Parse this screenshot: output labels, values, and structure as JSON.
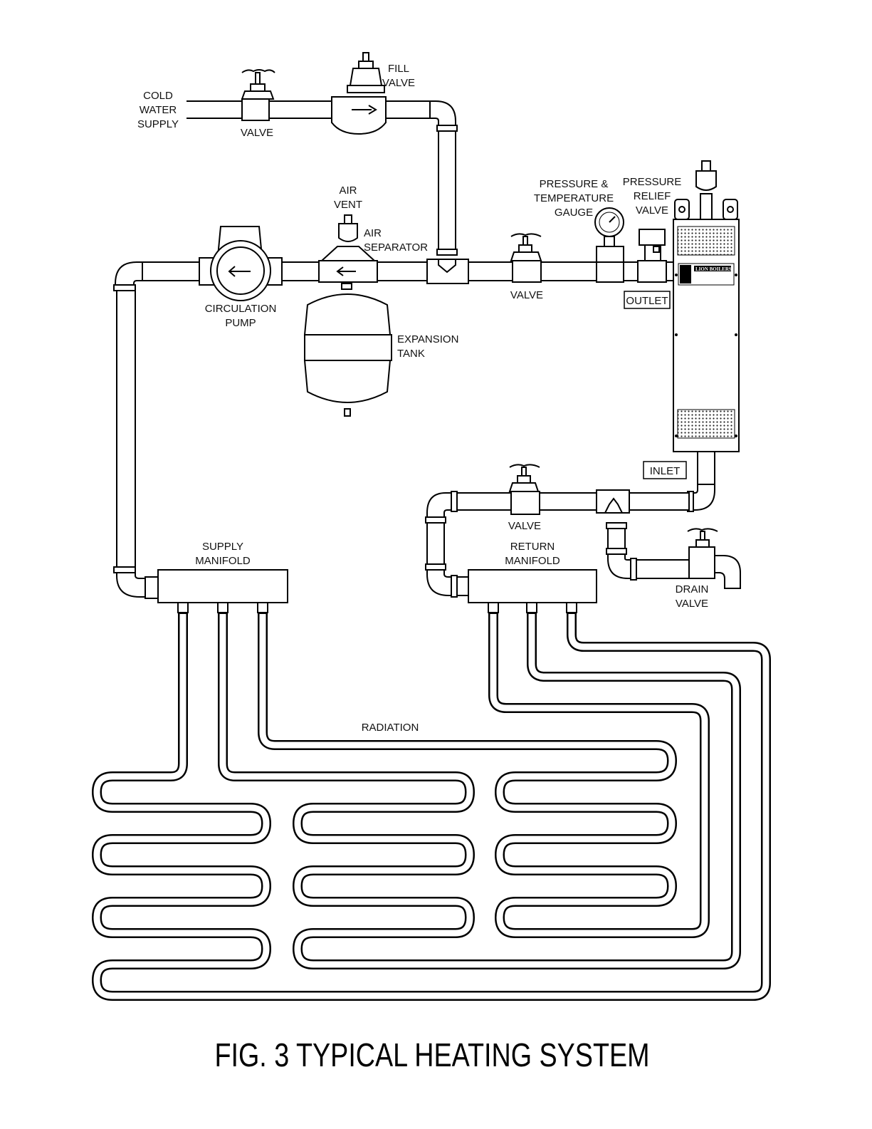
{
  "title": "FIG. 3  TYPICAL HEATING SYSTEM",
  "labels": {
    "cold_water_supply": [
      "COLD",
      "WATER",
      "SUPPLY"
    ],
    "supply_valve": "VALVE",
    "fill_valve": [
      "FILL",
      "VALVE"
    ],
    "air_vent": [
      "AIR",
      "VENT"
    ],
    "air_separator": [
      "AIR",
      "SEPARATOR"
    ],
    "circulation_pump": [
      "CIRCULATION",
      "PUMP"
    ],
    "expansion_tank": [
      "EXPANSION",
      "TANK"
    ],
    "main_valve": "VALVE",
    "pressure_temperature_gauge": [
      "PRESSURE &",
      "TEMPERATURE",
      "GAUGE"
    ],
    "pressure_relief_valve": [
      "PRESSURE",
      "RELIEF",
      "VALVE"
    ],
    "outlet": "OUTLET",
    "inlet": "INLET",
    "return_valve": "VALVE",
    "drain_valve": [
      "DRAIN",
      "VALVE"
    ],
    "supply_manifold": [
      "SUPPLY",
      "MANIFOLD"
    ],
    "return_manifold": [
      "RETURN",
      "MANIFOLD"
    ],
    "radiation": "RADIATION"
  },
  "boiler": {
    "name": "LION BOILERS"
  },
  "colors": {
    "line": "#000000",
    "pipe_fill": "#ffffff",
    "background": "#ffffff"
  }
}
